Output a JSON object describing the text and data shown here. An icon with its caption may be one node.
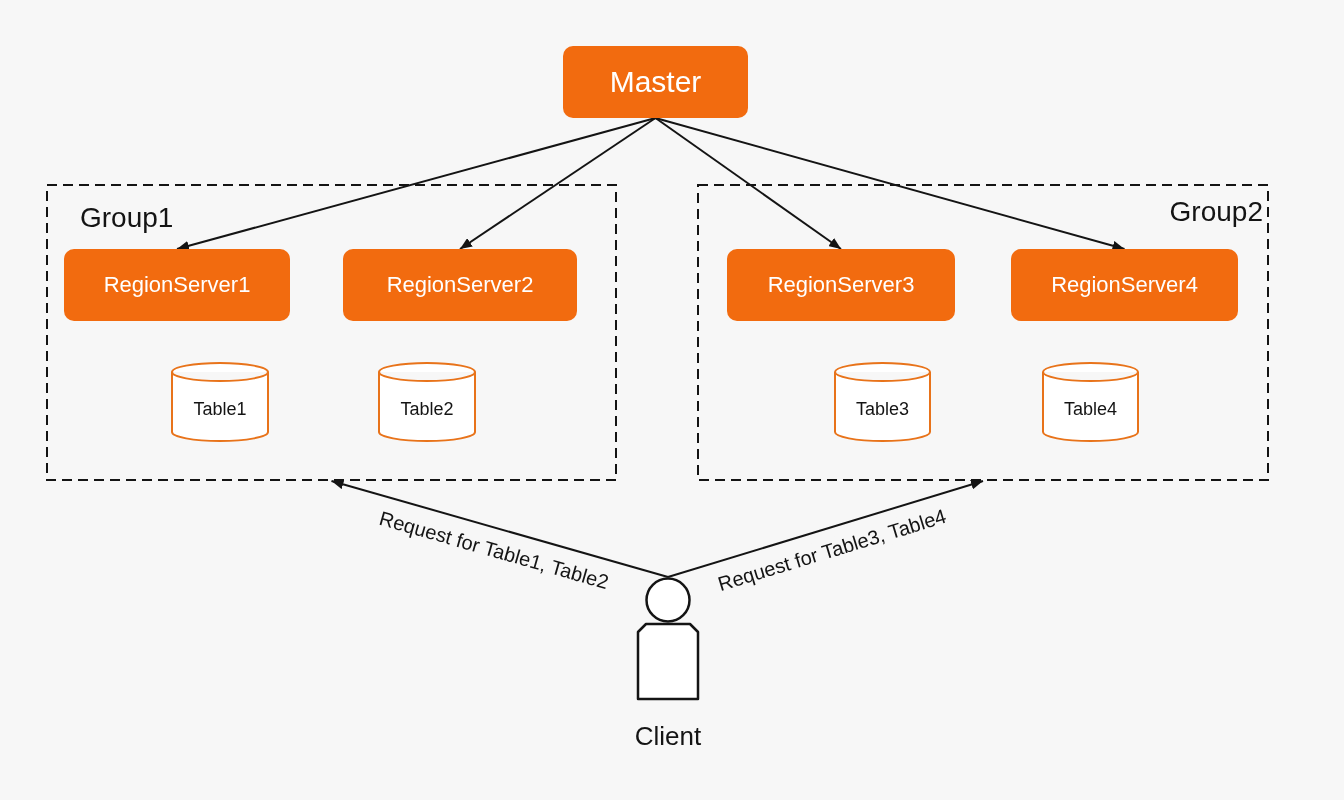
{
  "diagram": {
    "nodes": [
      {
        "text": [
          "Master"
        ]
      },
      {
        "text": [
          "Group1"
        ]
      },
      {
        "text": [
          "RegionServer1"
        ],
        "in": 1
      },
      {
        "text": [
          "RegionServer2"
        ],
        "in": 1
      },
      {
        "text": [
          "Table1"
        ],
        "in": 1
      },
      {
        "text": [
          "Table2"
        ],
        "in": 1
      },
      {
        "text": [
          "Group2"
        ]
      },
      {
        "text": [
          "RegionServer3"
        ],
        "in": 6
      },
      {
        "text": [
          "RegionServer4"
        ],
        "in": 6
      },
      {
        "text": [
          "Table3"
        ],
        "in": 6
      },
      {
        "text": [
          "Table4"
        ],
        "in": 6
      },
      {
        "text": [
          "Client"
        ]
      }
    ],
    "edges": [
      {
        "from": 0,
        "to": 2,
        "arrow": "to"
      },
      {
        "from": 0,
        "to": 3,
        "arrow": "to"
      },
      {
        "from": 0,
        "to": 7,
        "arrow": "to"
      },
      {
        "from": 0,
        "to": 8,
        "arrow": "to"
      },
      {
        "from": 11,
        "to": 1,
        "arrow": "to",
        "label": "Request for Table1, Table2"
      },
      {
        "from": 11,
        "to": 6,
        "arrow": "to",
        "label": "Request for Table3, Table4"
      }
    ]
  }
}
